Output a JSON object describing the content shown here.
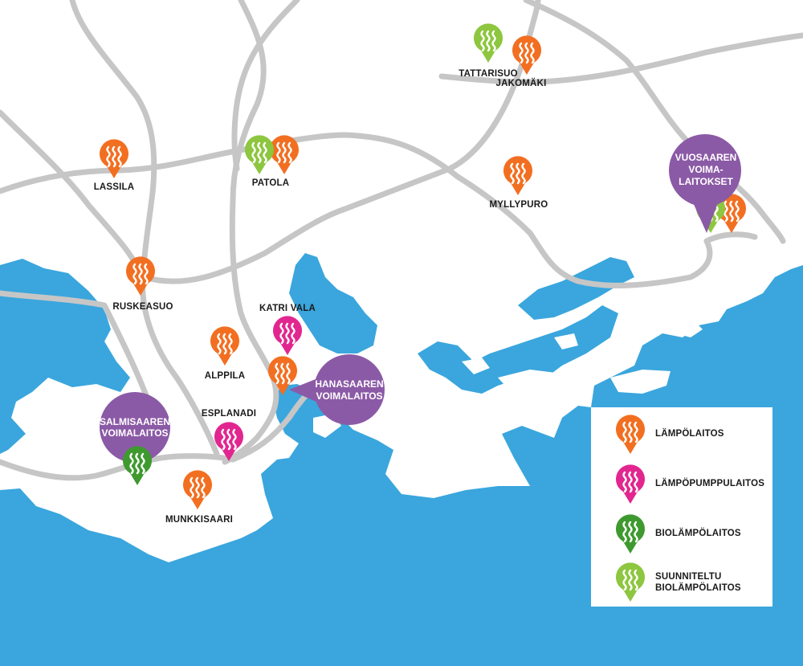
{
  "colors": {
    "sea": "#3aa6dd",
    "land": "#ffffff",
    "road": "#c6c6c6",
    "heating_plant": "#f26f21",
    "heat_pump_plant": "#e2268f",
    "bio_heating_plant": "#3e9a2f",
    "planned_bio_heating_plant": "#8dc63f",
    "power_plant": "#8b5aa6"
  },
  "places": {
    "lassila": "LASSILA",
    "patola": "PATOLA",
    "tattarisuo": "TATTARISUO",
    "jakomaki": "JAKOMÄKI",
    "myllypuro": "MYLLYPURO",
    "ruskeasuo": "RUSKEASUO",
    "katri_vala": "KATRI VALA",
    "alppila": "ALPPILA",
    "esplanadi": "ESPLANADI",
    "munkkisaari": "MUNKKISAARI"
  },
  "power_plants": {
    "vuosaari": [
      "VUOSAAREN",
      "VOIMA-",
      "LAITOKSET"
    ],
    "hanasaari": [
      "HANASAAREN",
      "VOIMALAITOS"
    ],
    "salmisaari": [
      "SALMISAAREN",
      "VOIMALAITOS"
    ]
  },
  "legend": [
    {
      "type": "heating_plant",
      "label": "LÄMPÖLAITOS"
    },
    {
      "type": "heat_pump_plant",
      "label": "LÄMPÖPUMPPULAITOS"
    },
    {
      "type": "bio_heating_plant",
      "label": "BIOLÄMPÖLAITOS"
    },
    {
      "type": "planned_bio_heating_plant",
      "label": "SUUNNITELTU",
      "label2": "BIOLÄMPÖLAITOS"
    }
  ]
}
